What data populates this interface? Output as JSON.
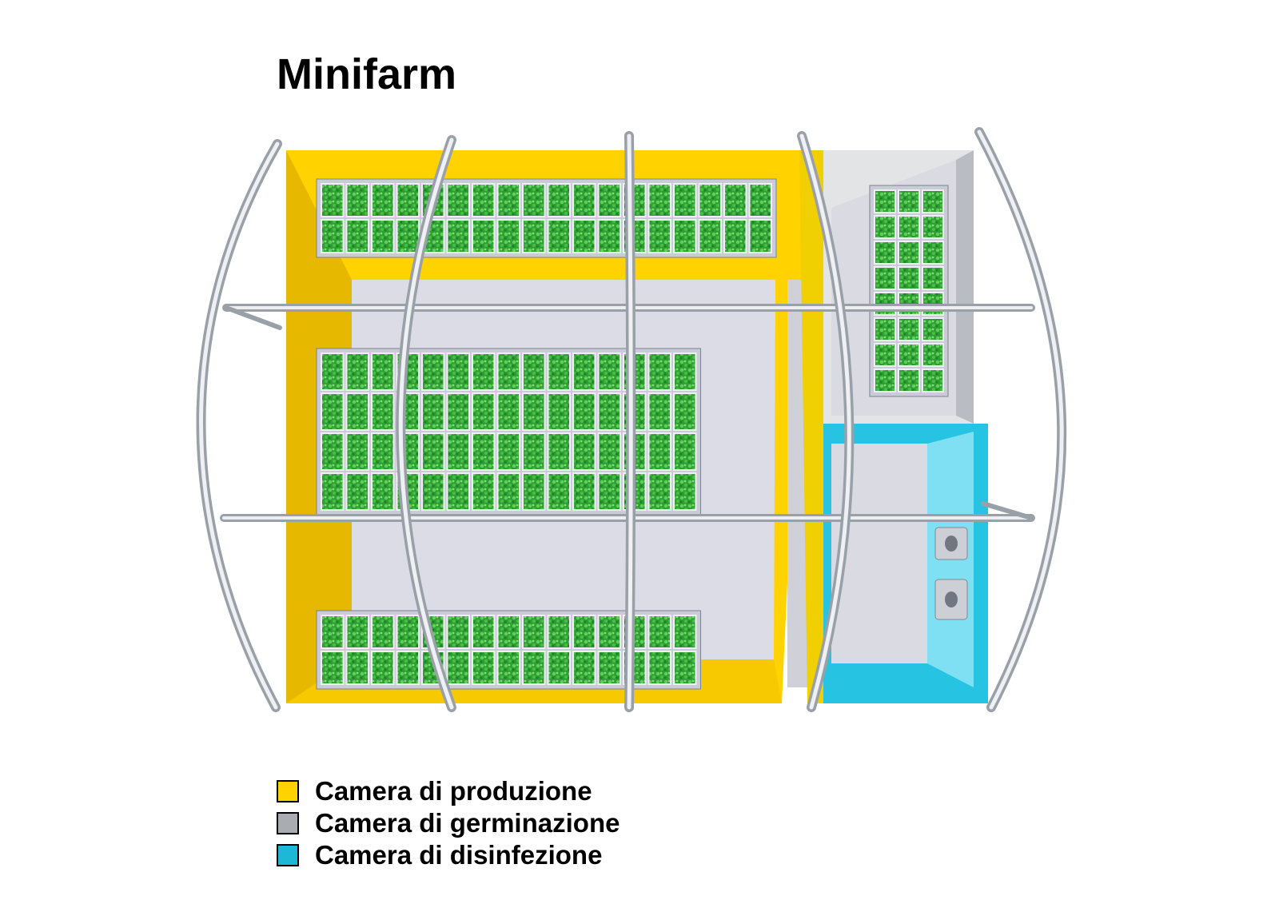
{
  "title": "Minifarm",
  "legend": [
    {
      "label": "Camera di produzione",
      "color": "#ffd200"
    },
    {
      "label": "Camera di germinazione",
      "color": "#a9adb2"
    },
    {
      "label": "Camera di disinfezione",
      "color": "#1cb8d6"
    }
  ],
  "colors": {
    "production_wall": "#ffd200",
    "germination_wall": "#e3e4e6",
    "disinfection_wall": "#27c3e2",
    "floor": "#dcdce6",
    "plant": "#3aa83a",
    "rack": "#c9ccd6",
    "frame": "#b8bcc4"
  }
}
